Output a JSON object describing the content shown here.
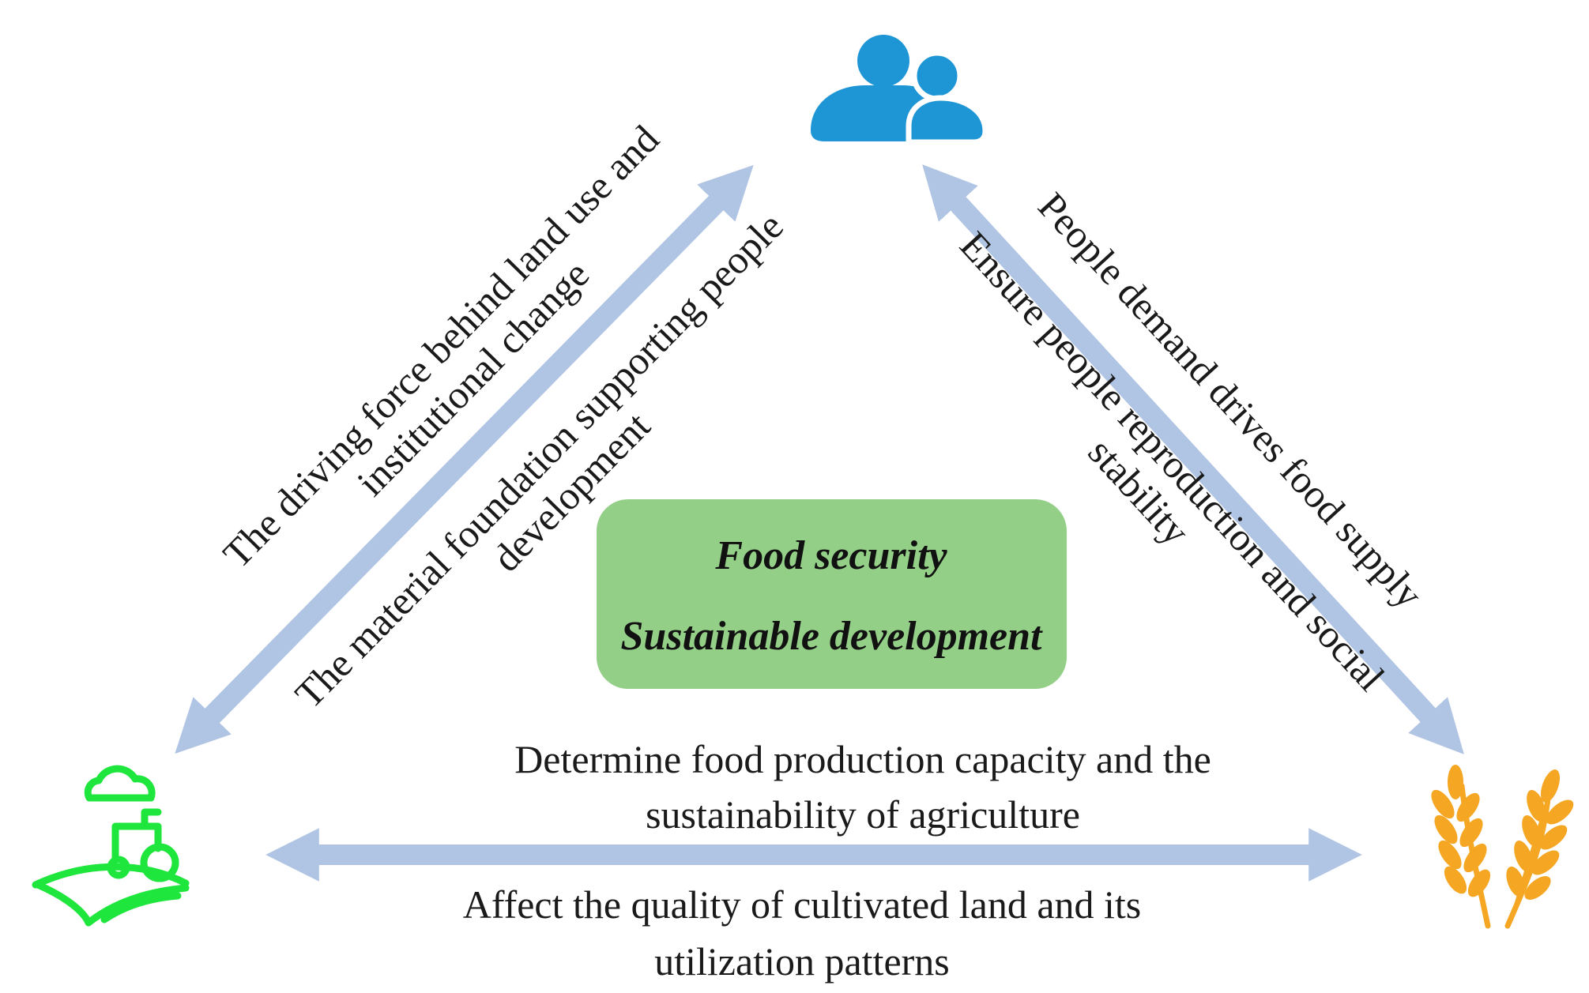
{
  "colors": {
    "arrow": "#b0c4e3",
    "center_box": "#93cf87",
    "people_icon": "#1e96d6",
    "farm_icon": "#1ee63c",
    "wheat_icon": "#f5a623",
    "text": "#1a1a1a"
  },
  "nodes": {
    "people": {
      "icon": "people-icon"
    },
    "land": {
      "icon": "farm-tractor-icon"
    },
    "food": {
      "icon": "wheat-icon"
    }
  },
  "center": {
    "line1": "Food security",
    "line2": "Sustainable development"
  },
  "labels": {
    "land_to_people_line1": "The driving force behind land use and",
    "land_to_people_line2": "institutional change",
    "people_to_land_line1": "The material foundation supporting people",
    "people_to_land_line2": "development",
    "people_to_food": "People demand drives food supply",
    "food_to_people_line1": "Ensure people reproduction and social",
    "food_to_people_line2": "stability",
    "land_food_top_line1": "Determine food production capacity and the",
    "land_food_top_line2": "sustainability of agriculture",
    "land_food_bottom_line1": "Affect the quality of cultivated land and its",
    "land_food_bottom_line2": "utilization patterns"
  }
}
